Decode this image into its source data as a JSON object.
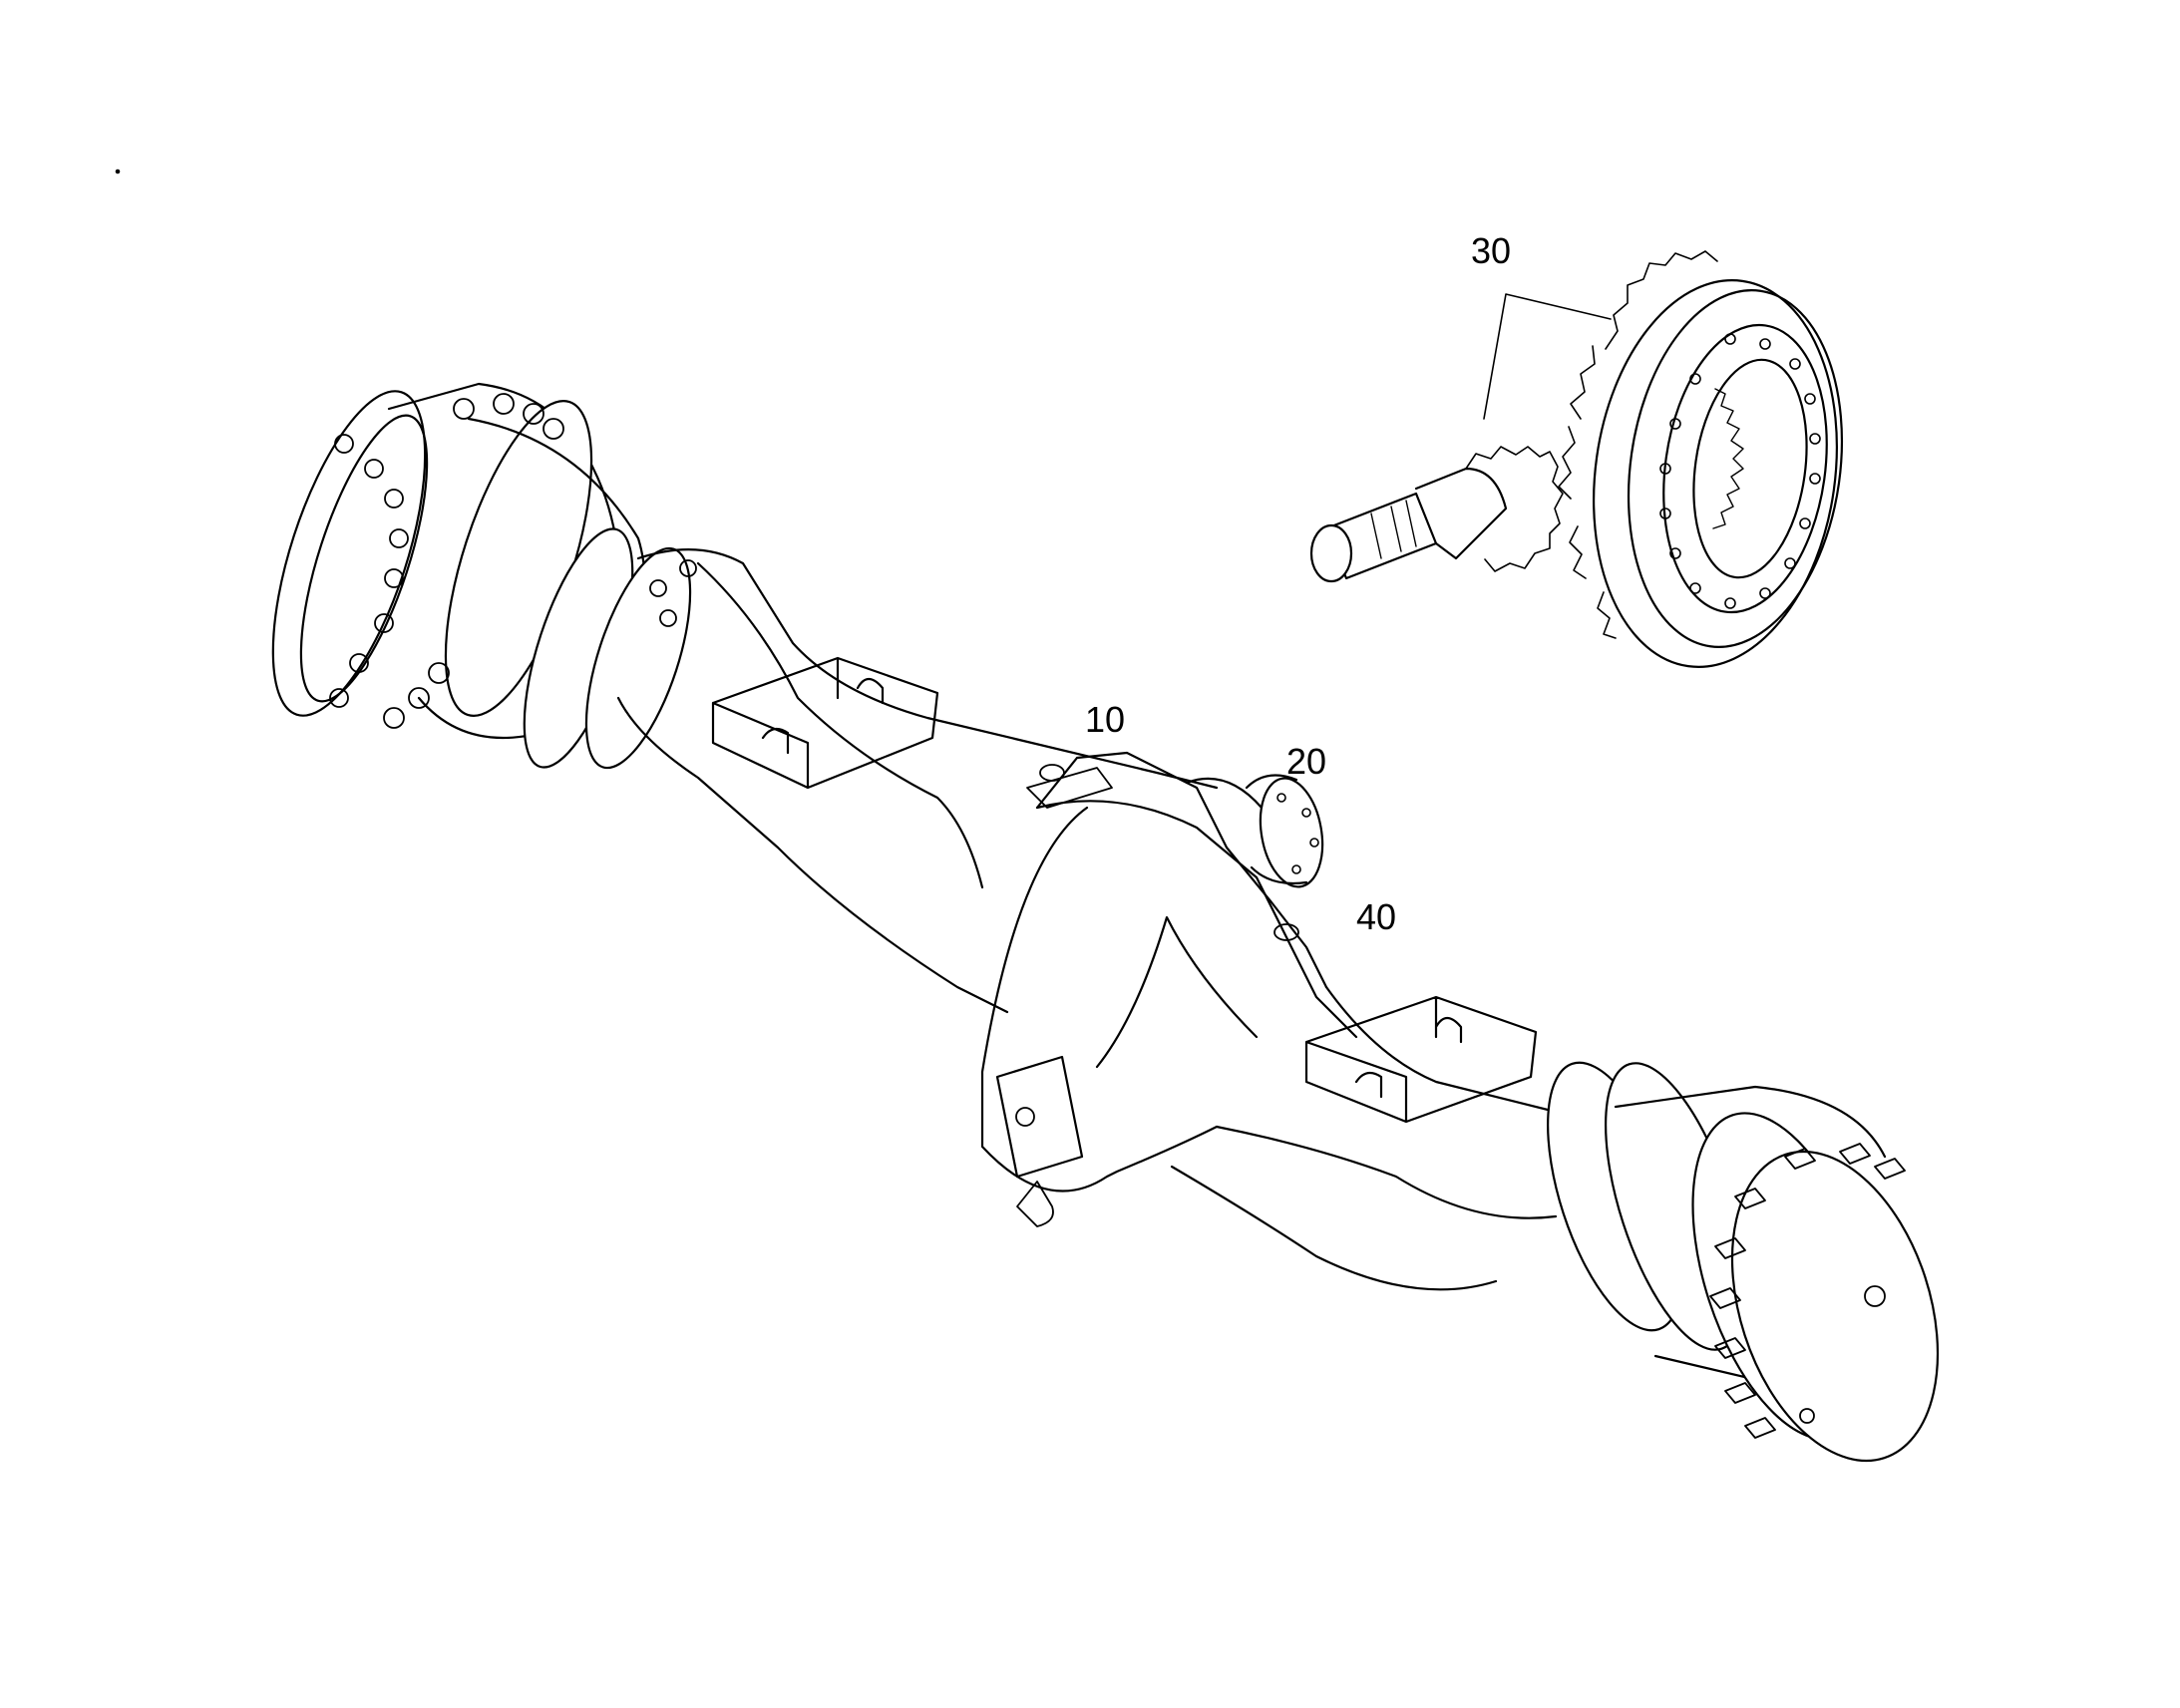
{
  "diagram": {
    "callouts": [
      {
        "id": "10",
        "label": "10"
      },
      {
        "id": "20",
        "label": "20"
      },
      {
        "id": "30",
        "label": "30"
      },
      {
        "id": "40",
        "label": "40"
      }
    ]
  }
}
